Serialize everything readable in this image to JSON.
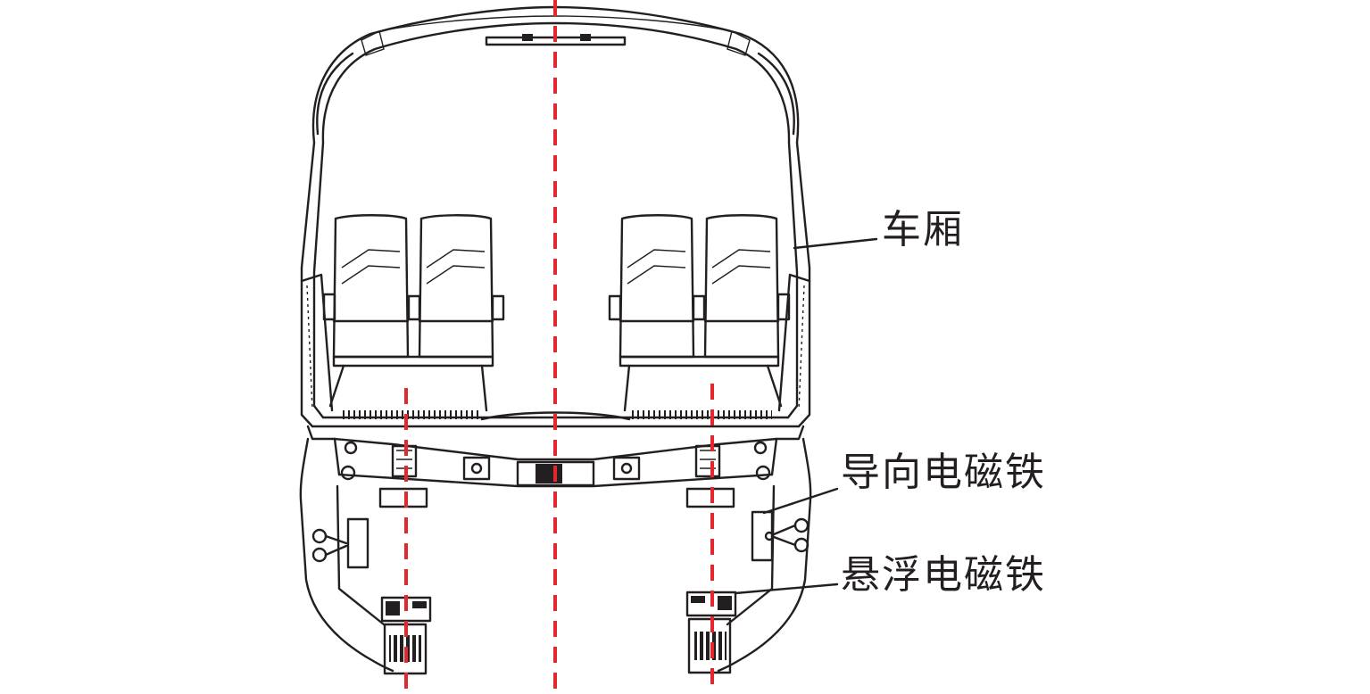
{
  "labels": {
    "cabin": "车厢",
    "guide_magnet": "导向电磁铁",
    "levitation_magnet": "悬浮电磁铁"
  },
  "colors": {
    "line": "#231f20",
    "centerline": "#e4262d",
    "background": "#ffffff"
  }
}
